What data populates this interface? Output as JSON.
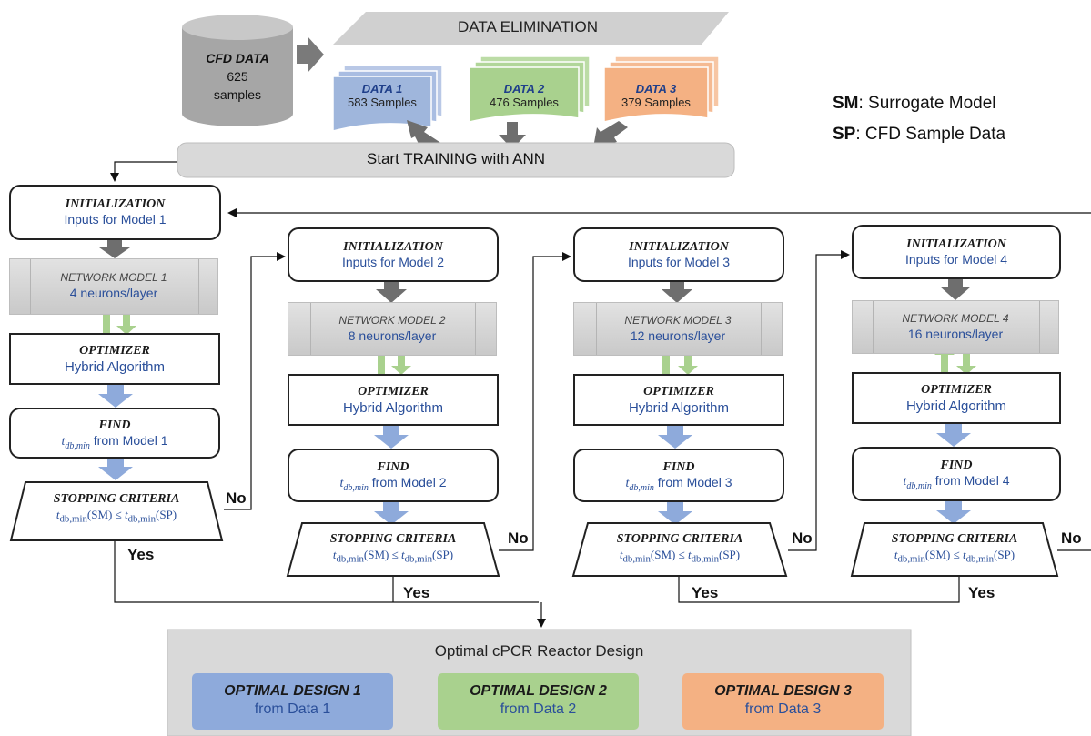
{
  "cfd": {
    "title": "CFD DATA",
    "count": "625",
    "unit": "samples"
  },
  "elimination": "DATA ELIMINATION",
  "datasets": [
    {
      "name": "DATA 1",
      "samples": "583 Samples",
      "color": "#9fb6dc"
    },
    {
      "name": "DATA 2",
      "samples": "476 Samples",
      "color": "#a9d18e"
    },
    {
      "name": "DATA 3",
      "samples": "379 Samples",
      "color": "#f4b183"
    }
  ],
  "legend": [
    {
      "key": "SM",
      "text": ": Surrogate Model"
    },
    {
      "key": "SP",
      "text": ": CFD Sample Data"
    }
  ],
  "training": "Start TRAINING with ANN",
  "models": [
    {
      "init_title": "INITIALIZATION",
      "init_sub": "Inputs for Model 1",
      "net_title": "NETWORK MODEL 1",
      "net_sub": "4 neurons/layer",
      "opt_title": "OPTIMIZER",
      "opt_sub": "Hybrid Algorithm",
      "find_title": "FIND",
      "find_sub": "from Model 1",
      "crit_title": "STOPPING CRITERIA"
    },
    {
      "init_title": "INITIALIZATION",
      "init_sub": "Inputs for Model 2",
      "net_title": "NETWORK MODEL 2",
      "net_sub": "8 neurons/layer",
      "opt_title": "OPTIMIZER",
      "opt_sub": "Hybrid Algorithm",
      "find_title": "FIND",
      "find_sub": "from Model 2",
      "crit_title": "STOPPING CRITERIA"
    },
    {
      "init_title": "INITIALIZATION",
      "init_sub": "Inputs for Model 3",
      "net_title": "NETWORK MODEL 3",
      "net_sub": "12 neurons/layer",
      "opt_title": "OPTIMIZER",
      "opt_sub": "Hybrid Algorithm",
      "find_title": "FIND",
      "find_sub": "from Model 3",
      "crit_title": "STOPPING CRITERIA"
    },
    {
      "init_title": "INITIALIZATION",
      "init_sub": "Inputs for Model 4",
      "net_title": "NETWORK MODEL 4",
      "net_sub": "16 neurons/layer",
      "opt_title": "OPTIMIZER",
      "opt_sub": "Hybrid Algorithm",
      "find_title": "FIND",
      "find_sub": "from Model 4",
      "crit_title": "STOPPING CRITERIA"
    }
  ],
  "labels": {
    "yes": "Yes",
    "no": "No"
  },
  "optimal": {
    "title": "Optimal cPCR Reactor Design",
    "designs": [
      {
        "title": "OPTIMAL DESIGN 1",
        "sub": "from Data 1",
        "color": "#8eaadb"
      },
      {
        "title": "OPTIMAL DESIGN 2",
        "sub": "from Data 2",
        "color": "#a9d18e"
      },
      {
        "title": "OPTIMAL DESIGN 3",
        "sub": "from Data 3",
        "color": "#f4b183"
      }
    ]
  },
  "colors": {
    "arrow_gray": "#6e6e6e",
    "arrow_blue": "#8eaadb",
    "arrow_green": "#a9d18e",
    "text_blue": "#2a4f9a"
  }
}
